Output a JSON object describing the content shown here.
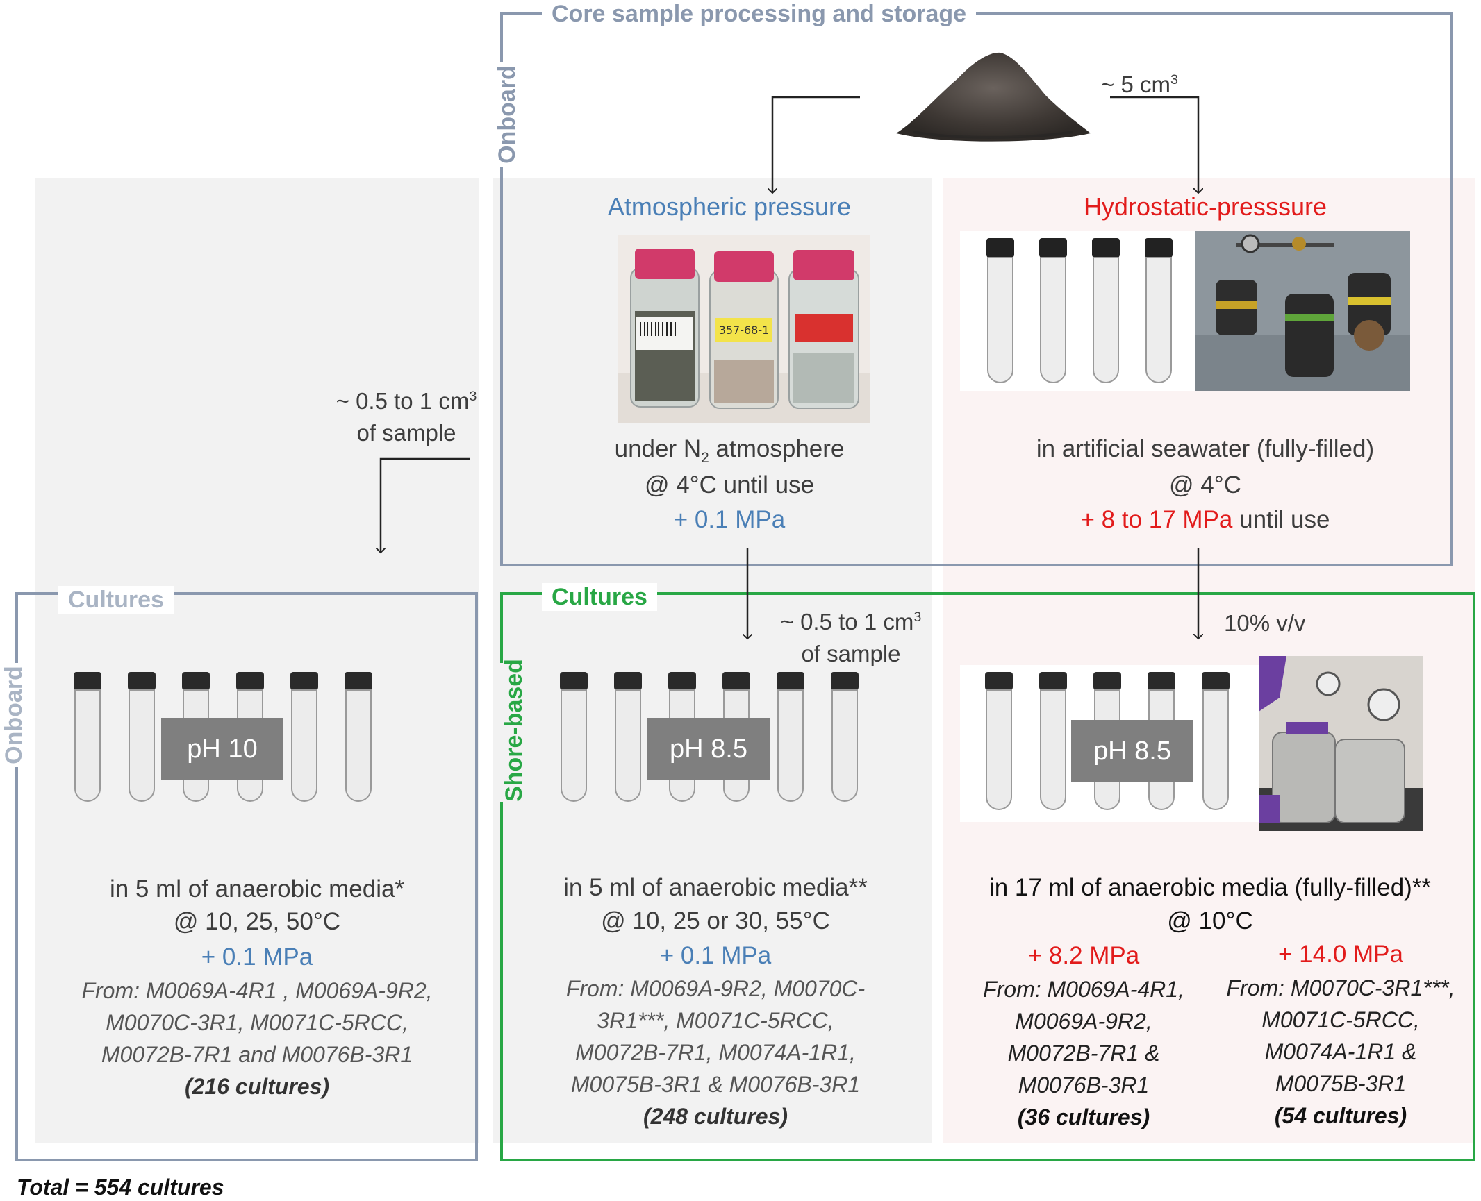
{
  "top_frame": {
    "title": "Core sample processing and storage",
    "side_label": "Onboard"
  },
  "volumes": {
    "hydrostatic_volume": "~ 5 cm",
    "hydrostatic_volume_sup": "3",
    "onboard_volume_line1": "~ 0.5 to 1 cm",
    "onboard_volume_sup": "3",
    "onboard_volume_line2": "of sample",
    "shore_volume_line1": "~ 0.5 to 1 cm",
    "shore_volume_sup": "3",
    "shore_volume_line2": "of sample",
    "hp_dilution": "10% v/v"
  },
  "atmospheric": {
    "title": "Atmospheric pressure",
    "line1_pre": "under N",
    "line1_sub": "2",
    "line1_post": " atmosphere",
    "line2": "@ 4°C until use",
    "line3": "+ 0.1 MPa",
    "bottle_labels": [
      "",
      "357-68-1",
      ""
    ]
  },
  "hydrostatic": {
    "title": "Hydrostatic-presssure",
    "line1": "in artificial seawater (fully-filled)",
    "line2": "@ 4°C",
    "line3_red": "+ 8 to 17 MPa",
    "line3_rest": " until use"
  },
  "onboard_cultures": {
    "title": "Cultures",
    "side_label": "Onboard",
    "ph": "pH 10",
    "line1": "in 5 ml of anaerobic media*",
    "line2": "@ 10, 25, 50°C",
    "line3": "+ 0.1 MPa",
    "from_lines": [
      "From: M0069A-4R1 , M0069A-9R2,",
      "M0070C-3R1, M0071C-5RCC,",
      "M0072B-7R1 and M0076B-3R1"
    ],
    "count": "(216 cultures)"
  },
  "shore_cultures": {
    "title": "Cultures",
    "side_label": "Shore-based",
    "ph": "pH 8.5",
    "line1": "in 5 ml of anaerobic media**",
    "line2": "@ 10, 25 or 30, 55°C",
    "line3": "+ 0.1 MPa",
    "from_lines": [
      "From: M0069A-9R2, M0070C-",
      "3R1***, M0071C-5RCC,",
      "M0072B-7R1, M0074A-1R1,",
      "M0075B-3R1 & M0076B-3R1"
    ],
    "count": "(248 cultures)"
  },
  "hp_cultures": {
    "ph": "pH 8.5",
    "line1": "in 17 ml of anaerobic media (fully-filled)**",
    "line2": "@ 10°C",
    "left_pressure": "+ 8.2 MPa",
    "left_from_lines": [
      "From: M0069A-4R1,",
      "M0069A-9R2,",
      "M0072B-7R1 &",
      "M0076B-3R1"
    ],
    "left_count": "(36 cultures)",
    "right_pressure": "+ 14.0 MPa",
    "right_from_lines": [
      "From: M0070C-3R1***,",
      "M0071C-5RCC,",
      "M0074A-1R1 &",
      "M0075B-3R1"
    ],
    "right_count": "(54 cultures)"
  },
  "total": "Total = 554 cultures",
  "colors": {
    "slate": "#8a98ae",
    "green": "#28a745",
    "blue": "#4a7fb6",
    "red": "#e21b1b",
    "ph_box": "#7f7f7f"
  }
}
